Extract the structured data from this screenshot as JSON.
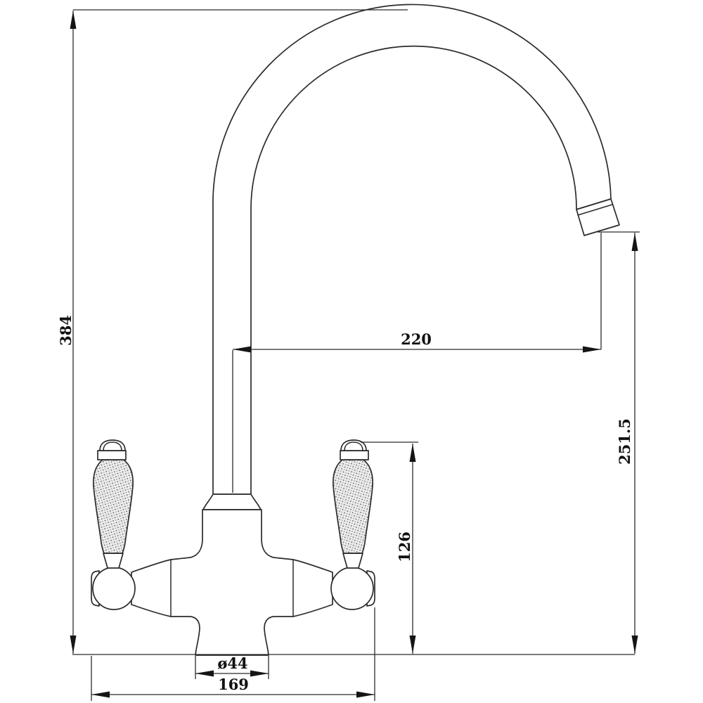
{
  "colors": {
    "line": "#2b2b2b",
    "background": "#ffffff",
    "text": "#111111"
  },
  "drawing": {
    "dimensions": {
      "overall_height": "384",
      "spout_reach": "220",
      "spout_outlet_height": "251.5",
      "handle_top_height": "126",
      "body_base_diameter": "ø44",
      "overall_width_across_handles": "169"
    }
  }
}
